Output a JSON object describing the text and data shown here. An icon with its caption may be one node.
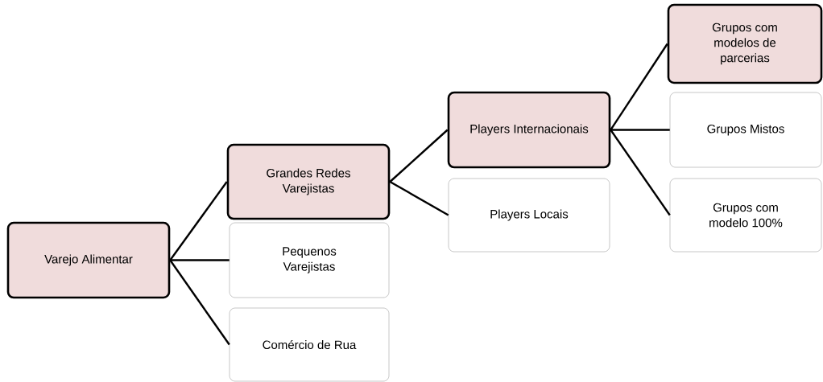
{
  "diagram": {
    "nodes": [
      {
        "text": [
          "Varejo Alimentar"
        ]
      },
      {
        "text": [
          "Grandes Redes Varejistas"
        ]
      },
      {
        "text": [
          "Pequenos Varejistas"
        ]
      },
      {
        "text": [
          "Comércio de Rua"
        ]
      },
      {
        "text": [
          "Players Internacionais"
        ]
      },
      {
        "text": [
          "Players Locais"
        ]
      },
      {
        "text": [
          "Grupos com modelos de parcerias"
        ]
      },
      {
        "text": [
          "Grupos Mistos"
        ]
      },
      {
        "text": [
          "Grupos com modelo 100%"
        ]
      }
    ],
    "edges": [
      {
        "from": 0,
        "to": 1,
        "arrow": "none"
      },
      {
        "from": 0,
        "to": 2,
        "arrow": "none"
      },
      {
        "from": 0,
        "to": 3,
        "arrow": "none"
      },
      {
        "from": 1,
        "to": 4,
        "arrow": "none"
      },
      {
        "from": 1,
        "to": 5,
        "arrow": "none"
      },
      {
        "from": 4,
        "to": 6,
        "arrow": "none"
      },
      {
        "from": 4,
        "to": 7,
        "arrow": "none"
      },
      {
        "from": 4,
        "to": 8,
        "arrow": "none"
      }
    ]
  }
}
